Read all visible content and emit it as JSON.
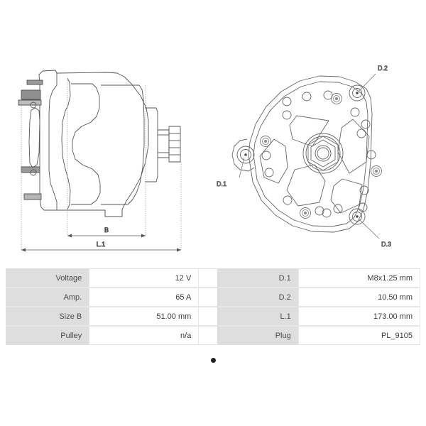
{
  "drawings": {
    "side_view": {
      "name": "alternator-side-view",
      "dimension_labels": [
        "B",
        "L.1"
      ]
    },
    "front_view": {
      "name": "alternator-front-view",
      "callouts": [
        "D.1",
        "D.2",
        "D.3"
      ]
    }
  },
  "spec_table": {
    "rows": [
      {
        "label_left": "Voltage",
        "value_left": "12 V",
        "label_right": "D.1",
        "value_right": "M8x1.25 mm"
      },
      {
        "label_left": "Amp.",
        "value_left": "65 A",
        "label_right": "D.2",
        "value_right": "10.50 mm"
      },
      {
        "label_left": "Size B",
        "value_left": "51.00 mm",
        "label_right": "L.1",
        "value_right": "173.00 mm"
      },
      {
        "label_left": "Pulley",
        "value_left": "n/a",
        "label_right": "Plug",
        "value_right": "PL_9105"
      }
    ]
  },
  "pagination": {
    "dots": 1,
    "active_index": 0
  },
  "colors": {
    "label_cell_bg": "#dedede",
    "value_cell_bg": "#ffffff",
    "text": "#3c3c3c",
    "line": "#555555",
    "dot": "#222222"
  }
}
